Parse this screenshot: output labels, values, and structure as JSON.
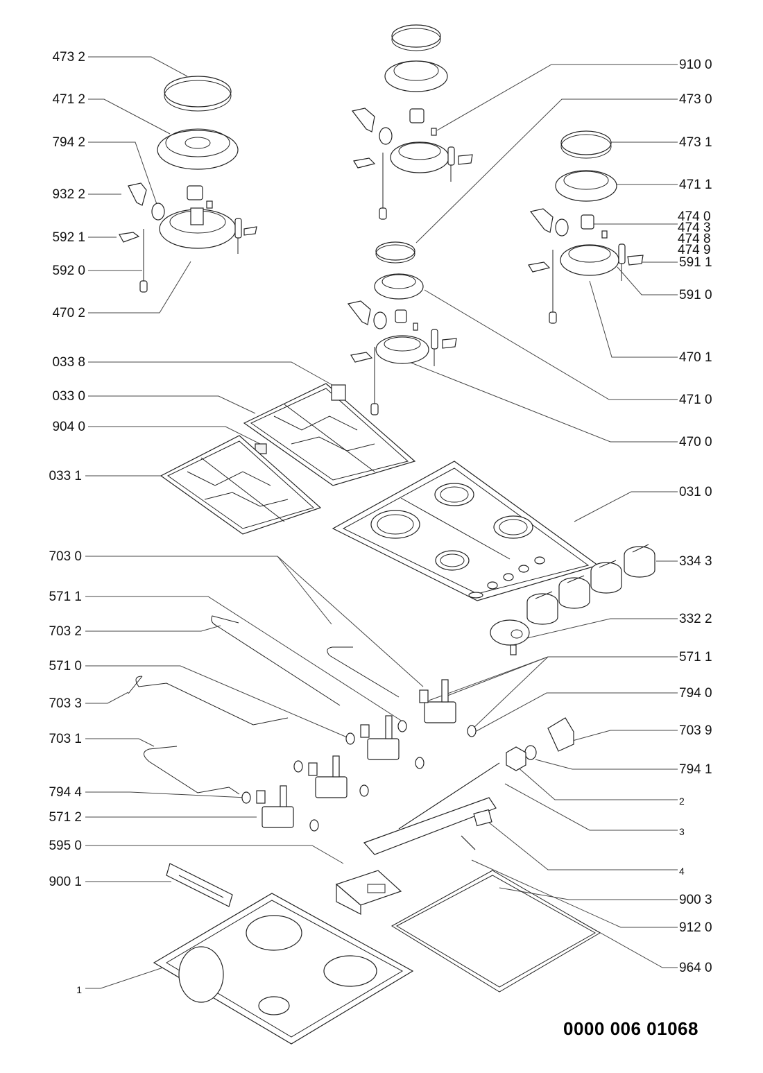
{
  "diagram": {
    "title": "Gas hob exploded parts diagram",
    "document_code": "0000 006 01068",
    "left_labels": [
      {
        "id": "473-2",
        "text": "473 2"
      },
      {
        "id": "471-2",
        "text": "471 2"
      },
      {
        "id": "794-2",
        "text": "794 2"
      },
      {
        "id": "932-2",
        "text": "932 2"
      },
      {
        "id": "592-1",
        "text": "592 1"
      },
      {
        "id": "592-0",
        "text": "592 0"
      },
      {
        "id": "470-2",
        "text": "470 2"
      },
      {
        "id": "033-8",
        "text": "033 8"
      },
      {
        "id": "033-0",
        "text": "033 0"
      },
      {
        "id": "904-0",
        "text": "904 0"
      },
      {
        "id": "033-1",
        "text": "033 1"
      },
      {
        "id": "703-0",
        "text": "703 0"
      },
      {
        "id": "571-1-left",
        "text": "571 1"
      },
      {
        "id": "703-2",
        "text": "703 2"
      },
      {
        "id": "571-0",
        "text": "571 0"
      },
      {
        "id": "703-3",
        "text": "703 3"
      },
      {
        "id": "703-1",
        "text": "703 1"
      },
      {
        "id": "794-4",
        "text": "794 4"
      },
      {
        "id": "571-2",
        "text": "571 2"
      },
      {
        "id": "595-0",
        "text": "595 0"
      },
      {
        "id": "900-1",
        "text": "900 1"
      },
      {
        "id": "1",
        "text": "1"
      }
    ],
    "right_labels": [
      {
        "id": "910-0",
        "text": "910 0"
      },
      {
        "id": "473-0",
        "text": "473 0"
      },
      {
        "id": "473-1",
        "text": "473 1"
      },
      {
        "id": "471-1",
        "text": "471 1"
      },
      {
        "id": "591-1",
        "text": "591 1"
      },
      {
        "id": "591-0",
        "text": "591 0"
      },
      {
        "id": "470-1",
        "text": "470 1"
      },
      {
        "id": "471-0",
        "text": "471 0"
      },
      {
        "id": "470-0",
        "text": "470 0"
      },
      {
        "id": "031-0",
        "text": "031 0"
      },
      {
        "id": "334-3",
        "text": "334 3"
      },
      {
        "id": "332-2",
        "text": "332 2"
      },
      {
        "id": "571-1-right",
        "text": "571 1"
      },
      {
        "id": "794-0",
        "text": "794 0"
      },
      {
        "id": "703-9",
        "text": "703 9"
      },
      {
        "id": "794-1",
        "text": "794 1"
      },
      {
        "id": "2",
        "text": "2"
      },
      {
        "id": "3",
        "text": "3"
      },
      {
        "id": "4",
        "text": "4"
      },
      {
        "id": "900-3",
        "text": "900 3"
      },
      {
        "id": "912-0",
        "text": "912 0"
      },
      {
        "id": "964-0",
        "text": "964 0"
      }
    ],
    "stacked_labels": [
      "474 0",
      "474 3",
      "474 8",
      "474 9"
    ]
  }
}
